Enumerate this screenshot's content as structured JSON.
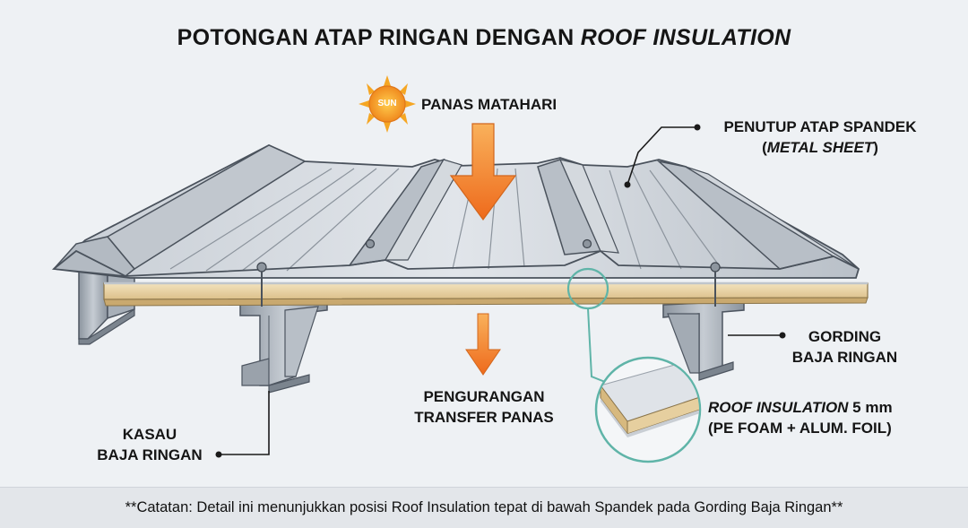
{
  "title": {
    "prefix": "POTONGAN ATAP RINGAN DENGAN ",
    "emphasis": "ROOF INSULATION"
  },
  "labels": {
    "sun_badge": "SUN",
    "panas_matahari": "PANAS MATAHARI",
    "penutup_line1": "PENUTUP ATAP SPANDEK",
    "penutup_line2_open": "(",
    "penutup_line2_it": "METAL SHEET",
    "penutup_line2_close": ")",
    "gording_line1": "GORDING",
    "gording_line2": "BAJA RINGAN",
    "pengurangan_line1": "PENGURANGAN",
    "pengurangan_line2": "TRANSFER PANAS",
    "insulation_it": "ROOF INSULATION",
    "insulation_size": " 5 mm",
    "insulation_line2": "(PE FOAM + ALUM. FOIL)",
    "kasau_line1": "KASAU",
    "kasau_line2": "BAJA RINGAN"
  },
  "note": "**Catatan: Detail ini menunjukkan posisi Roof Insulation tepat di bawah Spandek pada Gording Baja Ringan**",
  "colors": {
    "background": "#eef1f4",
    "metal_light": "#d3d8de",
    "metal_mid": "#aab2bb",
    "metal_dark": "#7d8791",
    "foam": "#ecd7aa",
    "heat_arrow": "#f28a2c",
    "callout_ring": "#5fb4a8"
  }
}
